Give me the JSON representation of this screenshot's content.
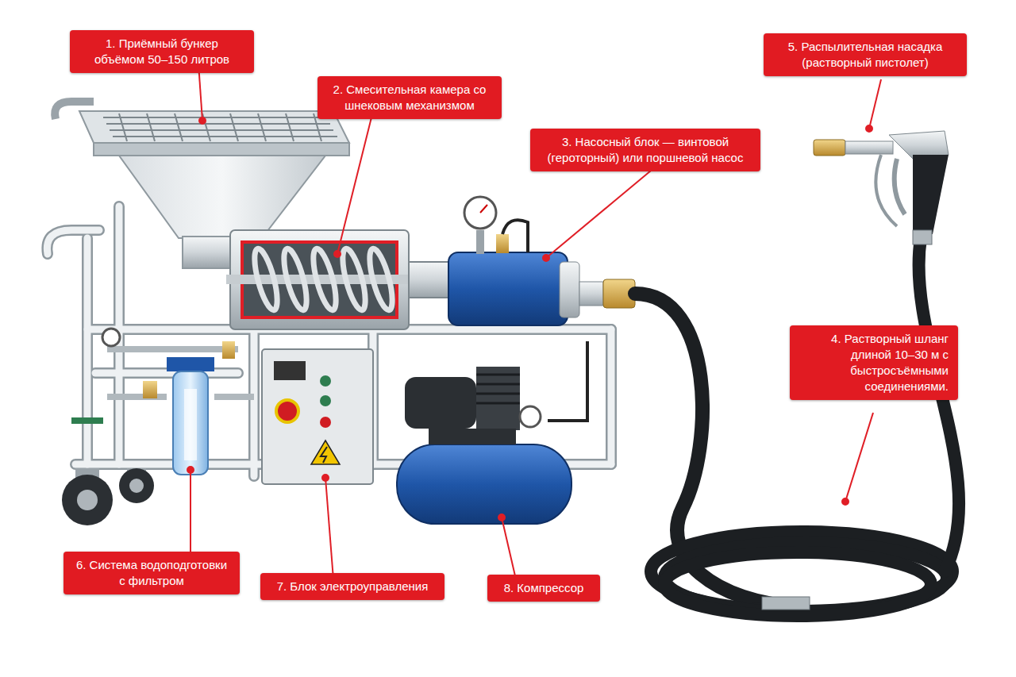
{
  "diagram": {
    "nodes": [
      {
        "text": [
          "1. Приёмный бункер объёмом 50–150 литров"
        ]
      },
      {
        "text": [
          "2. Смесительная камера со шнековым механизмом"
        ]
      },
      {
        "text": [
          "3. Насосный блок — винтовой (героторный) или поршневой насос"
        ]
      },
      {
        "text": [
          "4. Растворный шланг длиной 10–30 м с быстросъёмными соединениями."
        ]
      },
      {
        "text": [
          "5. Распылительная насадка (растворный пистолет)"
        ]
      },
      {
        "text": [
          "6. Система водоподготовки с фильтром"
        ]
      },
      {
        "text": [
          "7. Блок электроуправления"
        ]
      },
      {
        "text": [
          "8. Компрессор"
        ]
      }
    ]
  }
}
